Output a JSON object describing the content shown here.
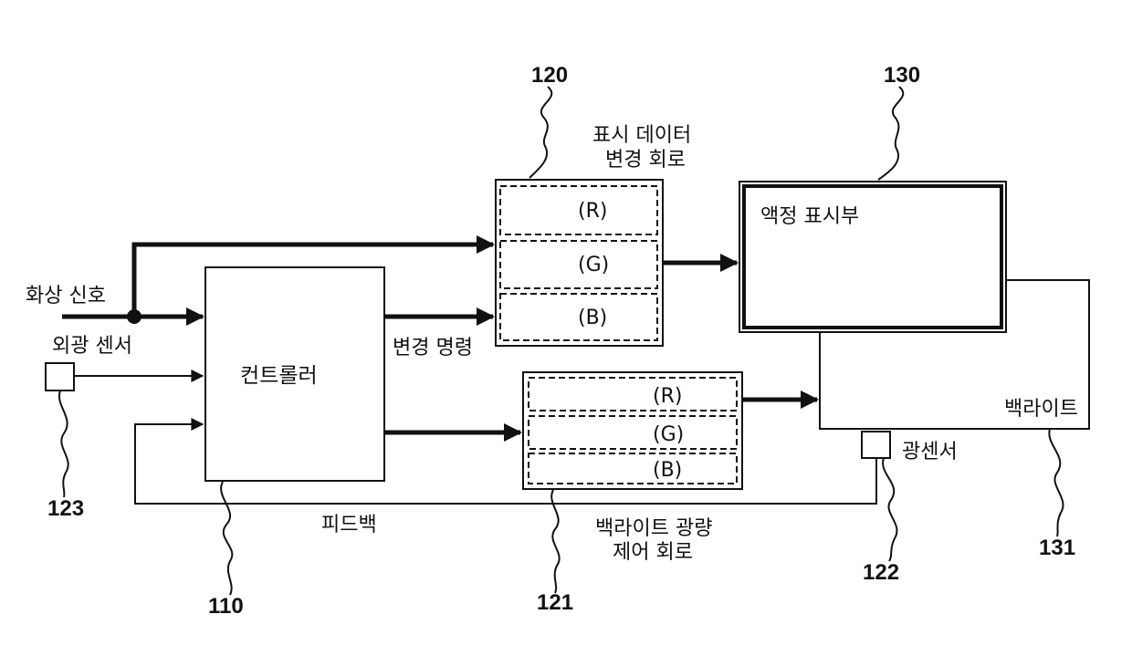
{
  "labels": {
    "image_signal": "화상 신호",
    "ambient_sensor": "외광 센서",
    "controller": "컨트롤러",
    "change_command": "변경 명령",
    "feedback": "피드백",
    "display_data_circuit_line1": "표시 데이터",
    "display_data_circuit_line2": "변경 회로",
    "lcd_display": "액정 표시부",
    "backlight": "백라이트",
    "light_sensor": "광센서",
    "backlight_circuit_line1": "백라이트 광량",
    "backlight_circuit_line2": "제어 회로",
    "r": "(R)",
    "g": "(G)",
    "b": "(B)"
  },
  "refs": {
    "display_circuit": "120",
    "lcd": "130",
    "controller": "110",
    "ambient_sensor": "123",
    "backlight_circuit": "121",
    "light_sensor": "122",
    "backlight": "131"
  }
}
